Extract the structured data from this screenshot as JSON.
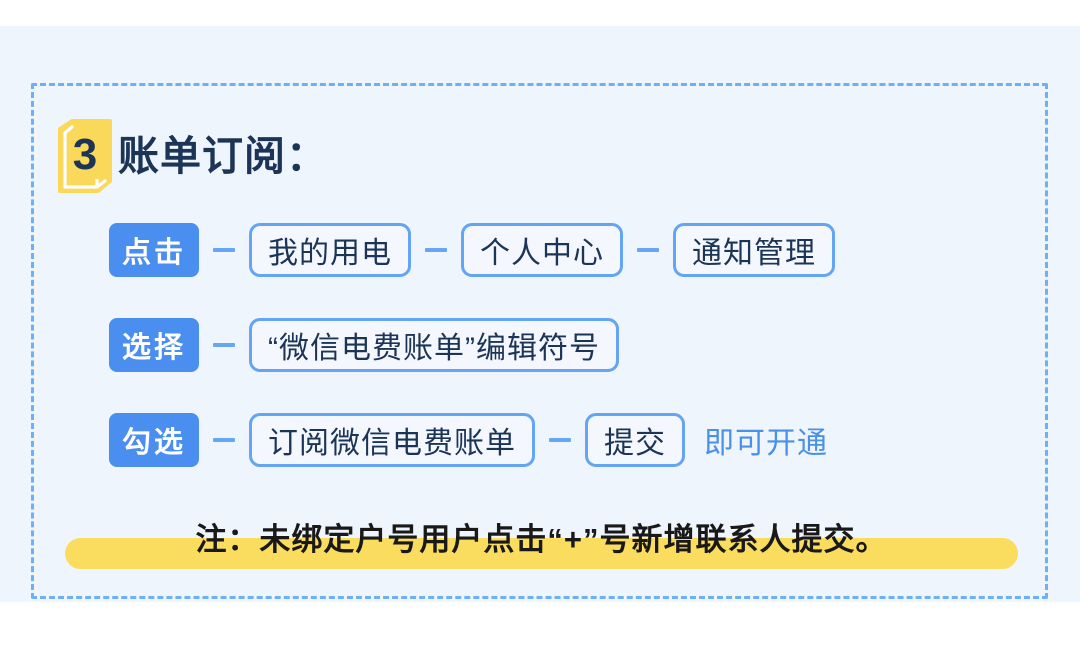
{
  "panel": {
    "background_color": "#eff5fd",
    "frame_color": "#6cb0f5"
  },
  "header": {
    "step_number": "3",
    "title": "账单订阅：",
    "badge_color": "#fad85a",
    "title_color": "#1c3557"
  },
  "steps": [
    {
      "tag": "点击",
      "items": [
        "我的用电",
        "个人中心",
        "通知管理"
      ],
      "trailing": ""
    },
    {
      "tag": "选择",
      "items": [
        "“微信电费账单”编辑符号"
      ],
      "trailing": ""
    },
    {
      "tag": "勾选",
      "items": [
        "订阅微信电费账单",
        "提交"
      ],
      "trailing": "即可开通"
    }
  ],
  "note": {
    "text": "注：未绑定户号用户点击“+”号新增联系人提交。",
    "highlight_color": "#fadc5e",
    "text_color": "#191919"
  },
  "colors": {
    "tag_fill": "#4a8ff0",
    "chip_border": "#63a4f4",
    "chip_text": "#1c3557",
    "dash": "#66a6f2",
    "trailing_text": "#4a90e8"
  }
}
